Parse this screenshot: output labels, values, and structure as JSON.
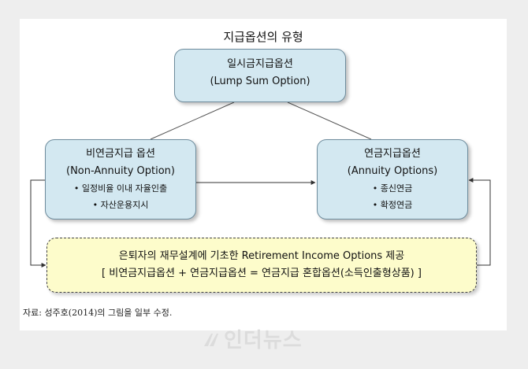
{
  "title": "지급옵션의 유형",
  "top_box": {
    "line1": "일시금지급옵션",
    "line2": "(Lump Sum Option)"
  },
  "left_box": {
    "line1": "비연금지급 옵션",
    "line2": "(Non-Annuity Option)",
    "bullets": [
      "• 일정비율 이내 자율인출",
      "• 자산운용지시"
    ]
  },
  "right_box": {
    "line1": "연금지급옵션",
    "line2": "(Annuity Options)",
    "bullets": [
      "• 종신연금",
      "• 확정연금"
    ]
  },
  "bottom_box": {
    "line1": "은퇴자의 재무설계에 기초한 Retirement Income Options 제공",
    "line2": "[ 비연금지급옵션 + 연금지급옵션 = 연금지급 혼합옵션(소득인출형상품) ]"
  },
  "source": "자료: 성주호(2014)의 그림을 일부 수정.",
  "watermark": "인더뉴스",
  "colors": {
    "box_fill": "#d3e8f1",
    "box_border": "#6d8b9c",
    "note_fill": "#fdfccb"
  },
  "icons": {
    "watermark_logo": "newspaper-logo-icon"
  }
}
